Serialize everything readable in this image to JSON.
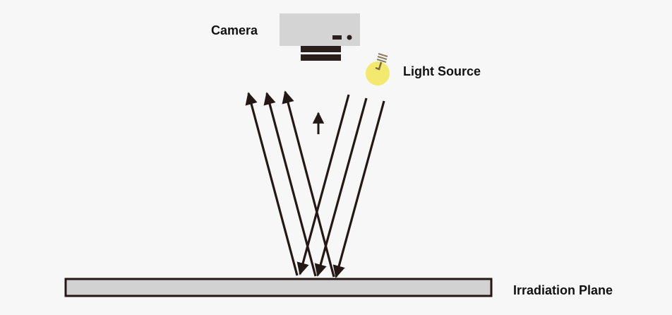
{
  "labels": {
    "camera": "Camera",
    "light_source": "Light Source",
    "irradiation_plane": "Irradiation Plane"
  },
  "colors": {
    "background": "#f7f7f7",
    "camera_body": "#d4d4d4",
    "camera_lens": "#2a1f1c",
    "bulb": "#f3e96e",
    "arrow": "#231815",
    "plane_fill": "#d2d2d2",
    "plane_stroke": "#231815"
  },
  "icons": {
    "camera": "camera-icon",
    "light_source": "light-bulb-icon"
  }
}
